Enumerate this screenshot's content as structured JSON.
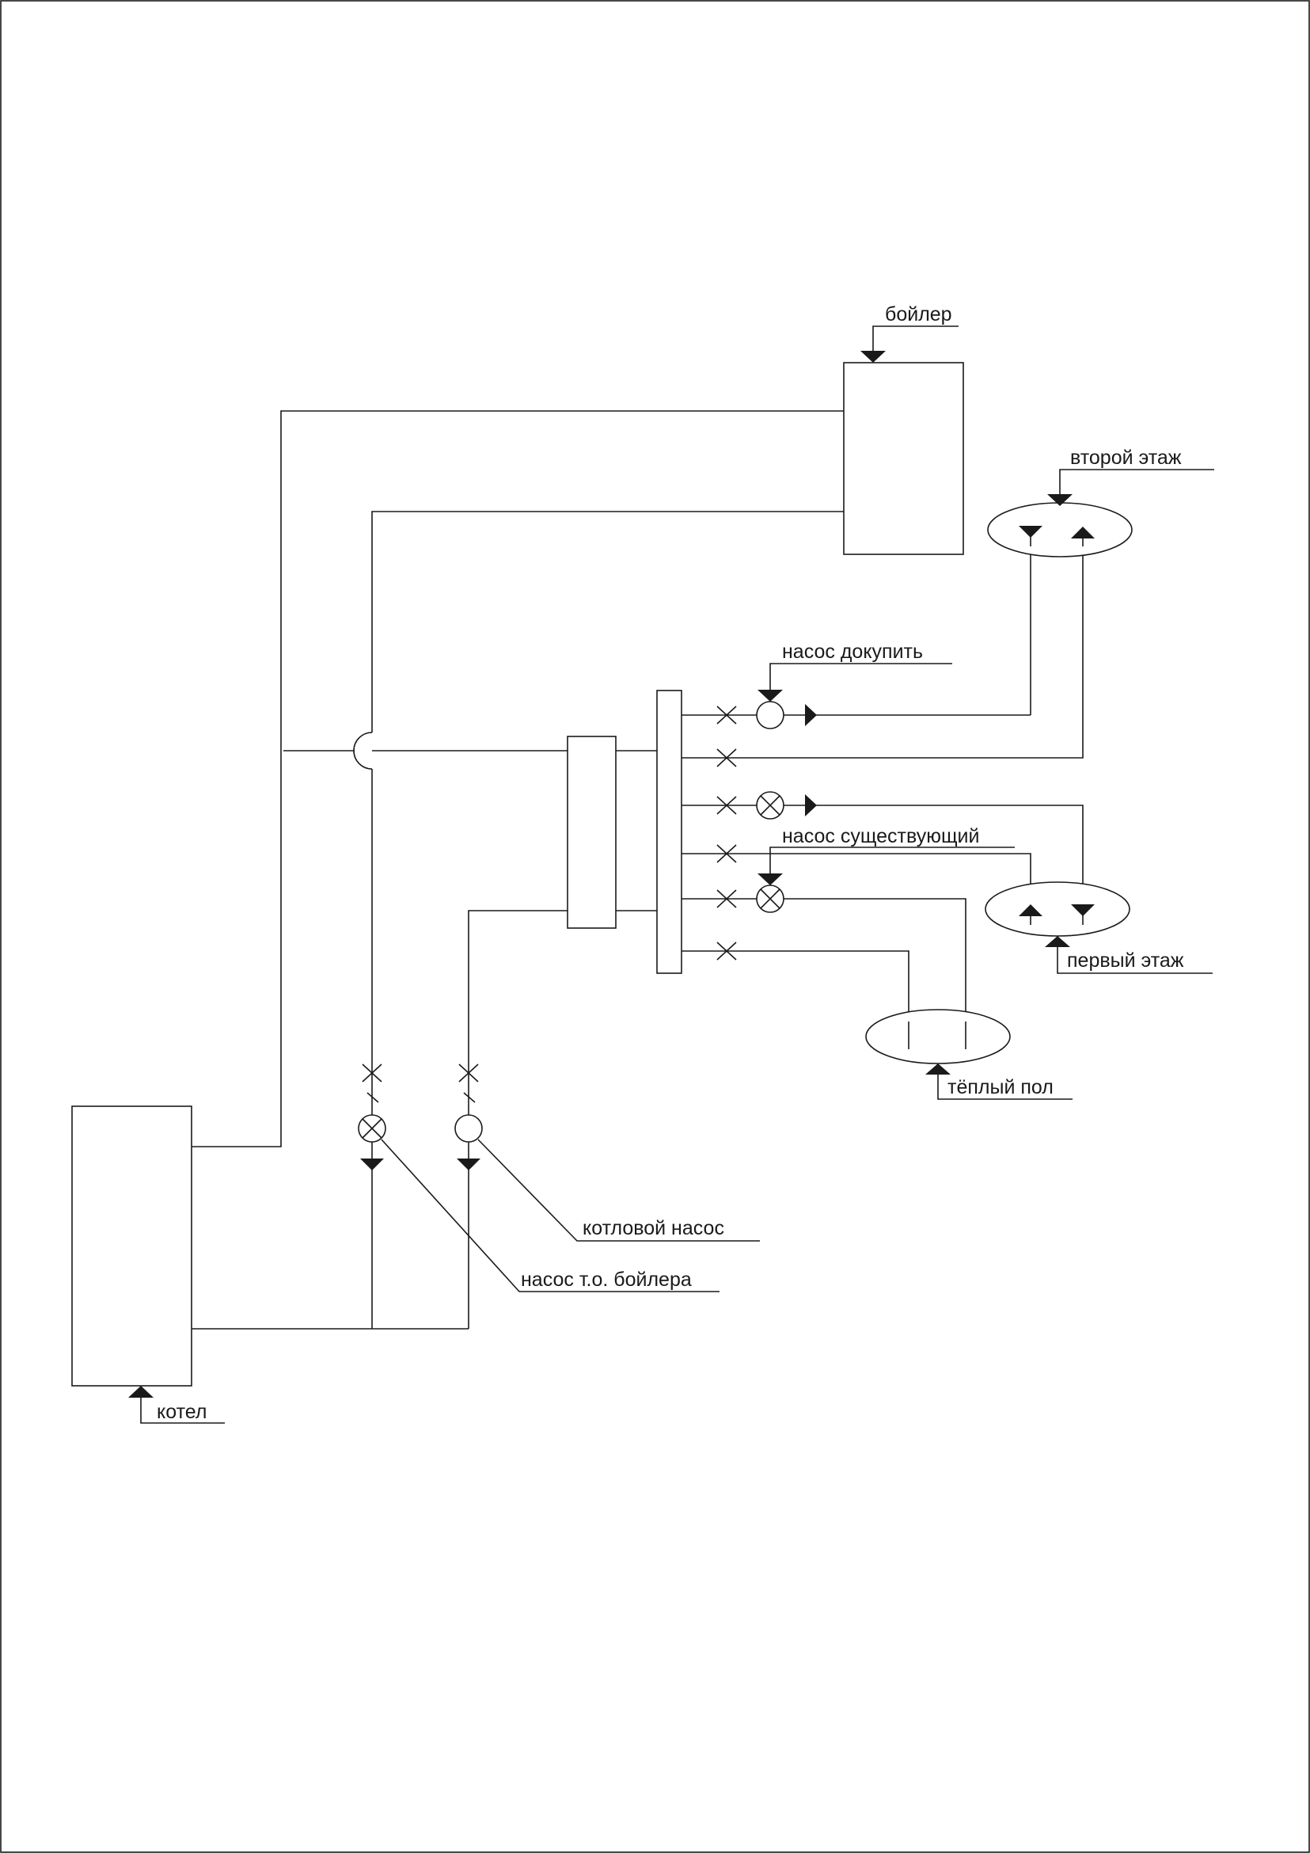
{
  "diagram": {
    "labels": {
      "boiler": "бойлер",
      "second_floor": "второй этаж",
      "pump_add": "насос докупить",
      "pump_existing": "насос существующий",
      "first_floor": "первый этаж",
      "warm_floor": "тёплый пол",
      "boiler_circuit_pump": "котловой насос",
      "dhw_pump": "насос т.о. бойлера",
      "heating_boiler": "котел"
    }
  }
}
